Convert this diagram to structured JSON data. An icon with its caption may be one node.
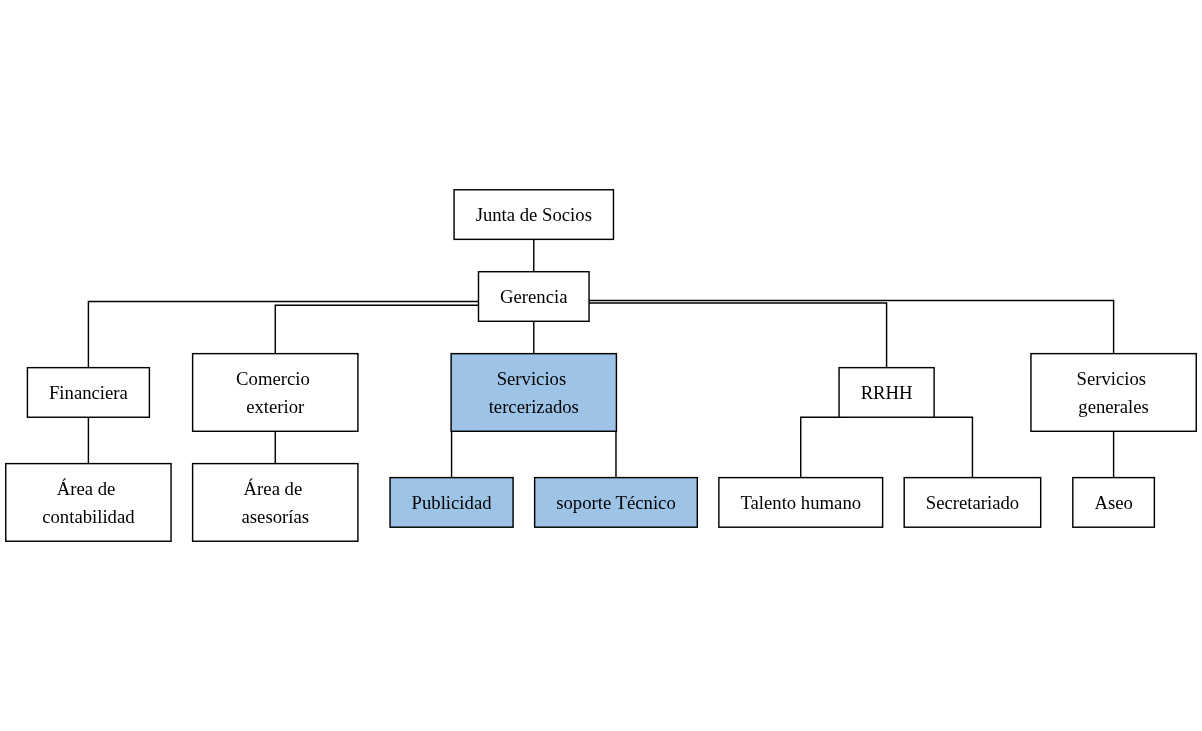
{
  "diagram": {
    "nodes": [
      {
        "text": [
          "Junta de Socios"
        ]
      },
      {
        "text": [
          "Gerencia"
        ]
      },
      {
        "text": [
          "Financiera"
        ]
      },
      {
        "text": [
          "Comercio exterior"
        ]
      },
      {
        "text": [
          "Servicios tercerizados"
        ]
      },
      {
        "text": [
          "RRHH"
        ]
      },
      {
        "text": [
          "Servicios generales"
        ]
      },
      {
        "text": [
          "Área de contabilidad"
        ]
      },
      {
        "text": [
          "Área de asesorías"
        ]
      },
      {
        "text": [
          "Publicidad"
        ]
      },
      {
        "text": [
          "soporte Técnico"
        ]
      },
      {
        "text": [
          "Talento humano"
        ]
      },
      {
        "text": [
          "Secretariado"
        ]
      },
      {
        "text": [
          "Aseo"
        ]
      }
    ],
    "edges": [
      {
        "from": 0,
        "to": 1,
        "arrow": "none"
      },
      {
        "from": 1,
        "to": 2,
        "arrow": "none"
      },
      {
        "from": 1,
        "to": 3,
        "arrow": "none"
      },
      {
        "from": 1,
        "to": 4,
        "arrow": "none"
      },
      {
        "from": 1,
        "to": 5,
        "arrow": "none"
      },
      {
        "from": 1,
        "to": 6,
        "arrow": "none"
      },
      {
        "from": 2,
        "to": 7,
        "arrow": "none"
      },
      {
        "from": 3,
        "to": 8,
        "arrow": "none"
      },
      {
        "from": 4,
        "to": 9,
        "arrow": "none"
      },
      {
        "from": 4,
        "to": 10,
        "arrow": "none"
      },
      {
        "from": 5,
        "to": 11,
        "arrow": "none"
      },
      {
        "from": 5,
        "to": 12,
        "arrow": "none"
      },
      {
        "from": 6,
        "to": 13,
        "arrow": "none"
      }
    ]
  }
}
